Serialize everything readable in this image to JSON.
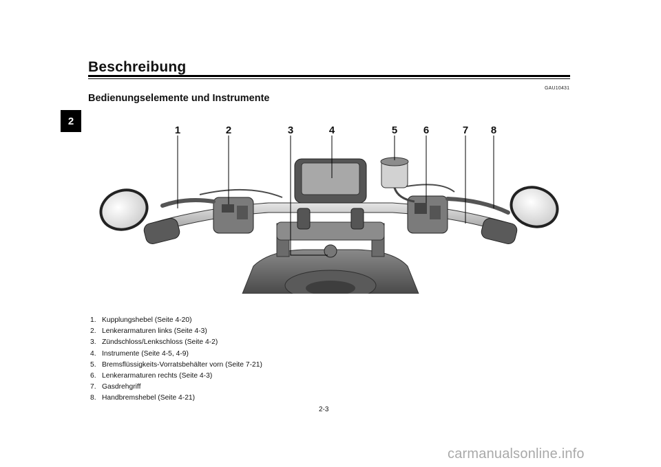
{
  "chapter_tab": "2",
  "header": {
    "title": "Beschreibung"
  },
  "doc_code": "GAU10431",
  "section_title": "Bedienungselemente und Instrumente",
  "figure": {
    "callouts": [
      "1",
      "2",
      "3",
      "4",
      "5",
      "6",
      "7",
      "8"
    ]
  },
  "legend": [
    {
      "num": "1.",
      "text": "Kupplungshebel (Seite 4-20)"
    },
    {
      "num": "2.",
      "text": "Lenkerarmaturen links (Seite 4-3)"
    },
    {
      "num": "3.",
      "text": "Zündschloss/Lenkschloss (Seite 4-2)"
    },
    {
      "num": "4.",
      "text": "Instrumente (Seite 4-5, 4-9)"
    },
    {
      "num": "5.",
      "text": "Bremsflüssigkeits-Vorratsbehälter vorn (Seite 7-21)"
    },
    {
      "num": "6.",
      "text": "Lenkerarmaturen rechts (Seite 4-3)"
    },
    {
      "num": "7.",
      "text": "Gasdrehgriff"
    },
    {
      "num": "8.",
      "text": "Handbremshebel (Seite 4-21)"
    }
  ],
  "page_number": "2-3",
  "watermark": "carmanualsonline.info"
}
